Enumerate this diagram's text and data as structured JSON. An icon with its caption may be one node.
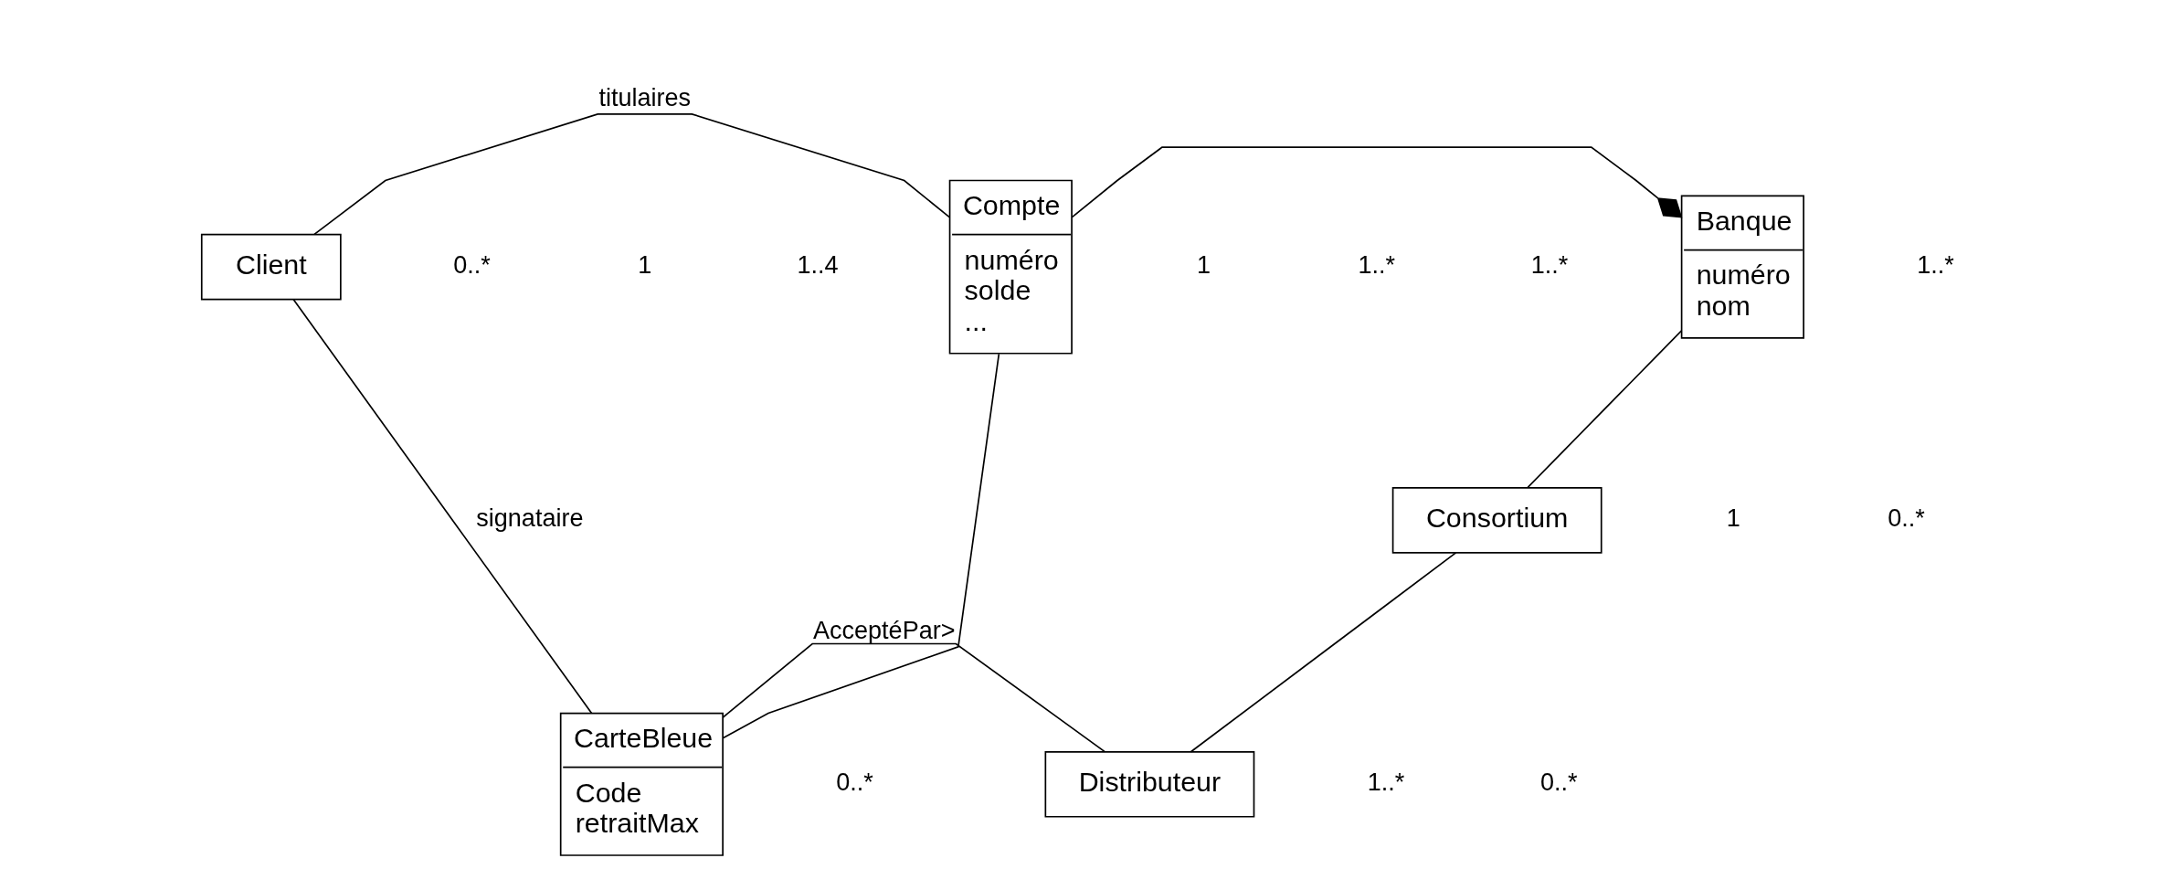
{
  "diagram": {
    "nodes": [
      {
        "text": [
          "Client"
        ]
      },
      {
        "text": [
          "Compte",
          "numéro solde ..."
        ]
      },
      {
        "text": [
          "Banque",
          "numéro nom"
        ]
      },
      {
        "text": [
          "Consortium"
        ]
      },
      {
        "text": [
          "CarteBleue",
          "Code retraitMax"
        ]
      },
      {
        "text": [
          "Distributeur"
        ]
      }
    ],
    "edges": [
      {
        "from": 0,
        "to": 1,
        "arrow": "none",
        "label": "titulaires"
      },
      {
        "from": 1,
        "to": 2,
        "arrow": "other"
      },
      {
        "from": 2,
        "to": 3,
        "arrow": "none"
      },
      {
        "from": 0,
        "to": 4,
        "arrow": "none",
        "label": "signataire"
      },
      {
        "from": 1,
        "to": 4,
        "arrow": "none"
      },
      {
        "from": 4,
        "to": 5,
        "arrow": "none",
        "label": "AcceptéPar>"
      },
      {
        "from": 3,
        "to": 5,
        "arrow": "none"
      }
    ],
    "labels": [
      "1..4",
      "1..*",
      "1..*",
      "1..*",
      "0..*",
      "1",
      "1",
      "0..*",
      "0..*",
      "1",
      "0..*",
      "1..*"
    ]
  }
}
